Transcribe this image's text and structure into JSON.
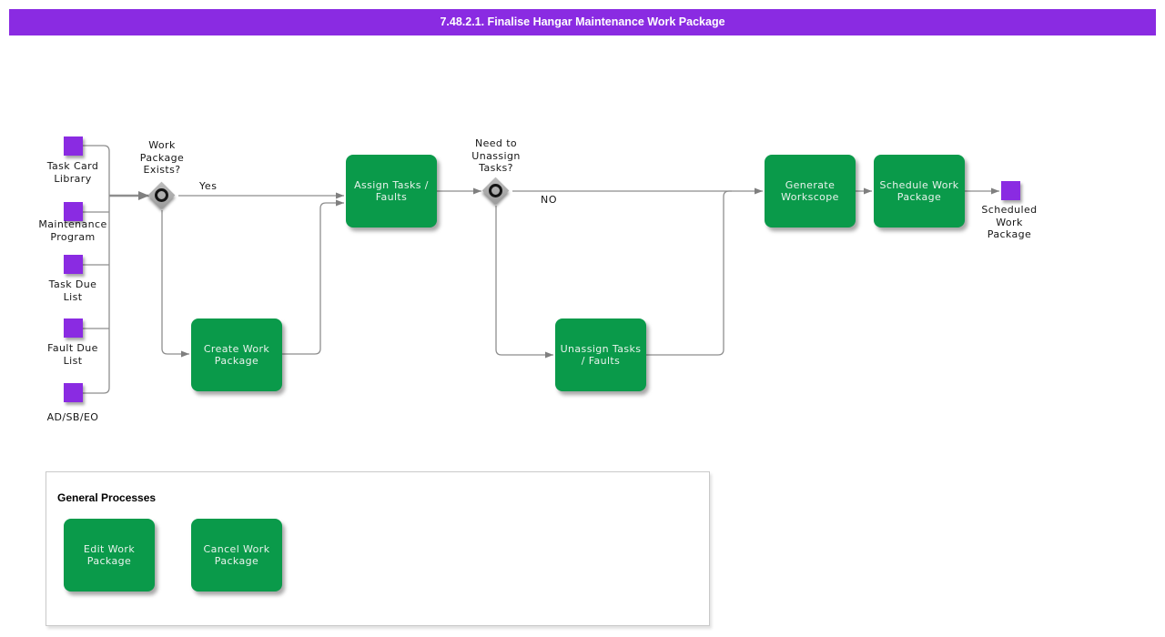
{
  "title_bar": {
    "text": "7.48.2.1. Finalise Hangar Maintenance Work Package"
  },
  "colors": {
    "accent_purple": "#8a2be2",
    "process_green": "#0a9a4a",
    "connector_gray": "#898989",
    "gateway_gray": "#ababab",
    "background": "#ffffff"
  },
  "inputs": [
    {
      "label": "Task Card\nLibrary"
    },
    {
      "label": "Maintenance\nProgram"
    },
    {
      "label": "Task Due\nList"
    },
    {
      "label": "Fault Due\nList"
    },
    {
      "label": "AD/SB/EO"
    }
  ],
  "gateways": [
    {
      "label": "Work\nPackage\nExists?"
    },
    {
      "label": "Need to\nUnassign\nTasks?"
    }
  ],
  "edge_labels": {
    "yes": "Yes",
    "no": "NO"
  },
  "processes": {
    "assign": "Assign Tasks /\nFaults",
    "create": "Create Work\nPackage",
    "unassign": "Unassign Tasks\n/ Faults",
    "generate": "Generate\nWorkscope",
    "schedule": "Schedule Work\nPackage"
  },
  "outputs": [
    {
      "label": "Scheduled\nWork\nPackage"
    }
  ],
  "general_processes": {
    "title": "General Processes",
    "items": [
      {
        "label": "Edit Work\nPackage"
      },
      {
        "label": "Cancel Work\nPackage"
      }
    ]
  }
}
